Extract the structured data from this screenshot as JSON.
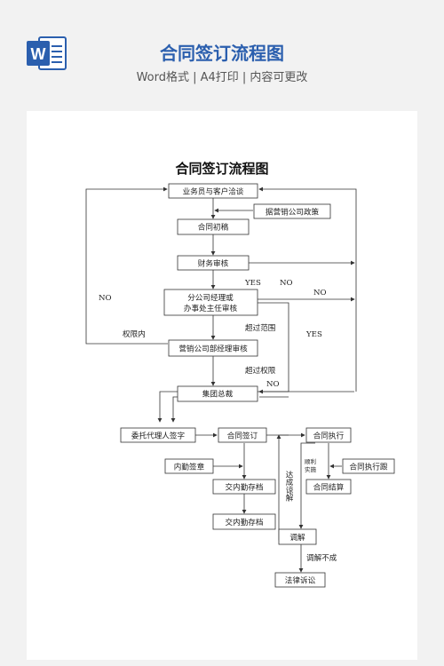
{
  "header": {
    "title": "合同签订流程图",
    "subtitle": "Word格式 | A4打印 | 内容可更改",
    "icon": "word-doc-icon",
    "icon_letter": "W",
    "accent": "#2b5fae"
  },
  "flow": {
    "title": "合同签订流程图",
    "nodes": {
      "n1": "业务员与客户洽谈",
      "n2": "据营销公司政策",
      "n3": "合同初稿",
      "n4": "财务审核",
      "n5a": "分公司经理或",
      "n5b": "办事处主任审核",
      "n6": "营销公司部经理审核",
      "n7": "集团总裁",
      "n8": "委托代理人签字",
      "n9": "合同签订",
      "n10": "合同执行",
      "n11": "内勤签章",
      "n12": "交内勤存档",
      "n13": "交内勤存档",
      "n14": "合同执行跟",
      "n15": "合同结算",
      "n16": "调解",
      "n17": "法律诉讼"
    },
    "labels": {
      "yes1": "YES",
      "no1": "NO",
      "no2": "NO",
      "no_left": "NO",
      "within": "权限内",
      "beyond_range": "超过范围",
      "yes2": "YES",
      "beyond_auth": "超过权限",
      "no3": "NO",
      "mediate_fail": "调解不成",
      "reached": "达成谅解",
      "smooth_a": "顺利",
      "smooth_b": "实施"
    }
  }
}
